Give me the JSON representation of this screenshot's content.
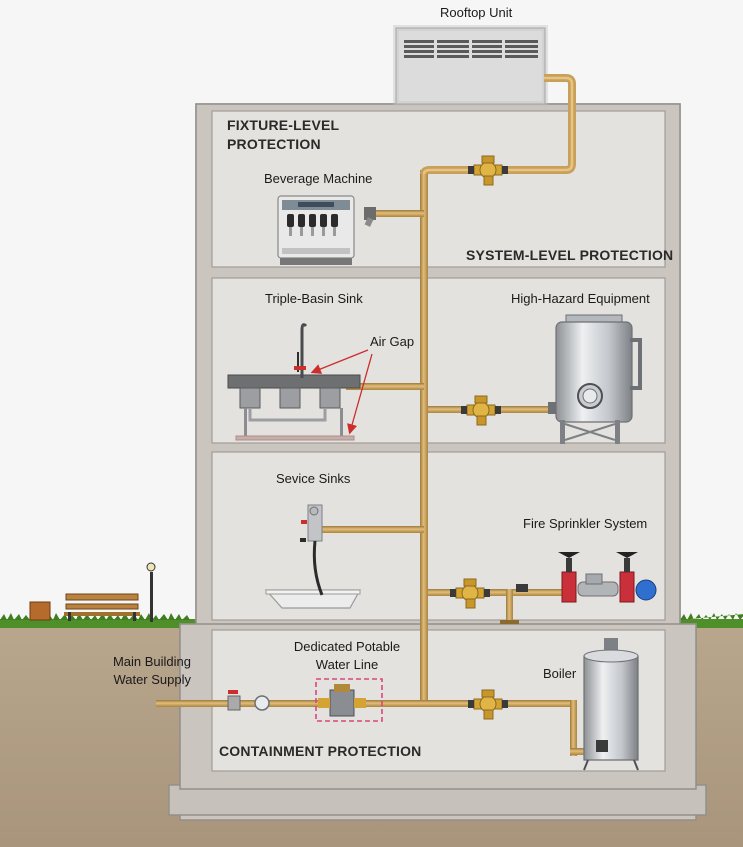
{
  "labels": {
    "rooftop_unit": "Rooftop Unit",
    "fixture_level_protection_line1": "FIXTURE-LEVEL",
    "fixture_level_protection_line2": "PROTECTION",
    "beverage_machine": "Beverage Machine",
    "system_level_protection": "SYSTEM-LEVEL PROTECTION",
    "triple_basin_sink": "Triple-Basin Sink",
    "high_hazard_equipment": "High-Hazard Equipment",
    "air_gap": "Air Gap",
    "service_sinks": "Sevice Sinks",
    "fire_sprinkler_system": "Fire Sprinkler System",
    "main_building_water_supply_line1": "Main Building",
    "main_building_water_supply_line2": "Water Supply",
    "dedicated_potable_line1": "Dedicated Potable",
    "dedicated_potable_line2": "Water Line",
    "boiler": "Boiler",
    "containment_protection": "CONTAINMENT PROTECTION"
  },
  "colors": {
    "pipe": "#c9a05a",
    "valve_brass": "#d4a334",
    "annotation_red": "#cc2d2d",
    "highlight_box": "#d9467a",
    "grass": "#4f8f2a",
    "ground": "#b09d84",
    "building_wall": "#cfcac4",
    "room_interior": "#e3e1de"
  }
}
